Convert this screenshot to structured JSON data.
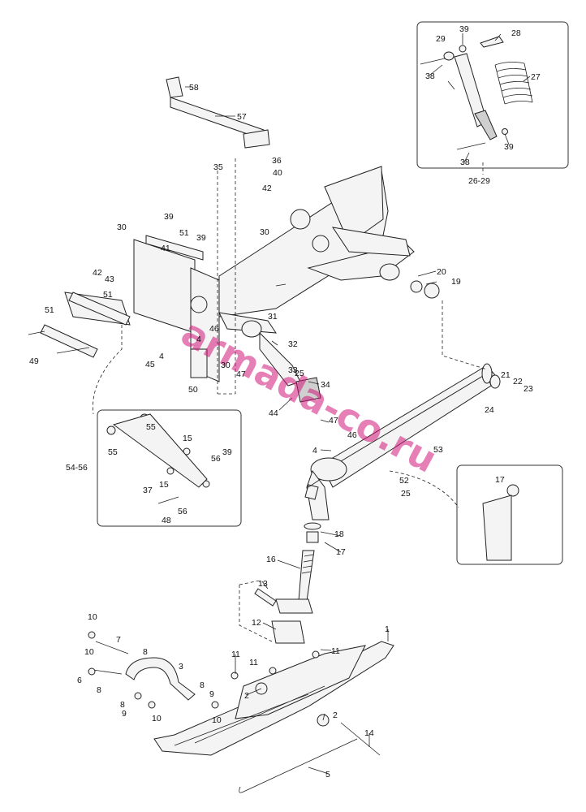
{
  "watermark": "armada-co.ru",
  "colors": {
    "watermark": "#d0177a",
    "ink": "#222222"
  },
  "inset_labels": {
    "shock_group": "26-29",
    "arm_group": "54-56"
  },
  "callouts": {
    "c1": "1",
    "c2a": "2",
    "c2b": "2",
    "c3": "3",
    "c4a": "4",
    "c4b": "4",
    "c4c": "4",
    "c5": "5",
    "c6": "6",
    "c7": "7",
    "c8a": "8",
    "c8b": "8",
    "c8c": "8",
    "c8d": "8",
    "c9a": "9",
    "c9b": "9",
    "c10a": "10",
    "c10b": "10",
    "c10c": "10",
    "c10d": "10",
    "c11a": "11",
    "c11b": "11",
    "c11c": "11",
    "c12": "12",
    "c13": "13",
    "c14": "14",
    "c15a": "15",
    "c15b": "15",
    "c16": "16",
    "c17a": "17",
    "c17b": "17",
    "c18": "18",
    "c19": "19",
    "c20": "20",
    "c21": "21",
    "c22": "22",
    "c23": "23",
    "c24": "24",
    "c25a": "25",
    "c25b": "25",
    "c27": "27",
    "c28": "28",
    "c29": "29",
    "c30a": "30",
    "c30b": "30",
    "c30c": "30",
    "c31": "31",
    "c32": "32",
    "c33": "33",
    "c34": "34",
    "c35": "35",
    "c36": "36",
    "c37": "37",
    "c38a": "38",
    "c38b": "38",
    "c39a": "39",
    "c39b": "39",
    "c39c": "39",
    "c39d": "39",
    "c39e": "39",
    "c40": "40",
    "c41": "41",
    "c42a": "42",
    "c42b": "42",
    "c43": "43",
    "c44": "44",
    "c45": "45",
    "c46a": "46",
    "c46b": "46",
    "c47a": "47",
    "c47b": "47",
    "c48": "48",
    "c49": "49",
    "c50": "50",
    "c51a": "51",
    "c51b": "51",
    "c51c": "51",
    "c52": "52",
    "c53": "53",
    "c55a": "55",
    "c55b": "55",
    "c56a": "56",
    "c56b": "56",
    "c57": "57",
    "c58": "58"
  }
}
